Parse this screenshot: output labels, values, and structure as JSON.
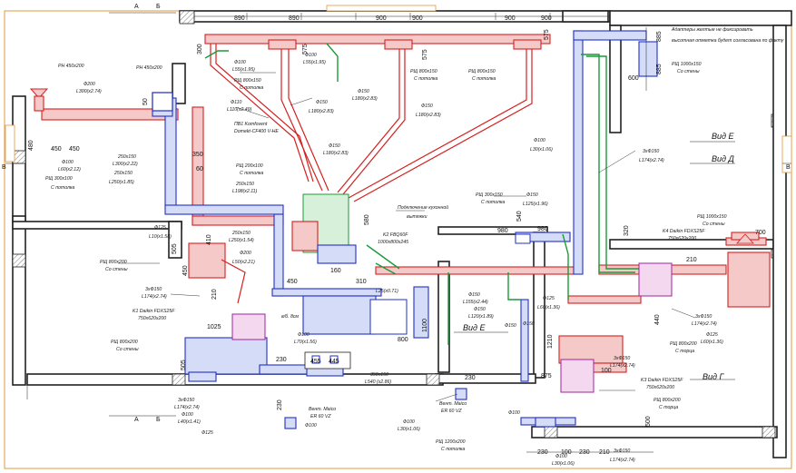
{
  "section_marks": {
    "a_top": "А",
    "b_top": "Б",
    "a_bottom": "А",
    "b_bottom": "Б",
    "v_left": "В",
    "v_right": "В"
  },
  "views": {
    "view_e_top": "Вид Е",
    "view_d": "Вид Д",
    "view_e_mid": "Вид Е",
    "view_g": "Вид Г"
  },
  "dimensions_top": [
    "890",
    "890",
    "900",
    "900",
    "900",
    "900"
  ],
  "dimensions_misc": {
    "d300": "300",
    "d575a": "575",
    "d575b": "575",
    "d575c": "575",
    "d885a": "885",
    "d885b": "885",
    "d600": "600",
    "d480": "480",
    "d450a": "450",
    "d450b": "450",
    "d50": "50",
    "d350": "350",
    "d60": "60",
    "d410": "410",
    "d210a": "210",
    "d505a": "505",
    "d450c": "450",
    "d1025": "1025",
    "d505b": "505",
    "d580": "580",
    "d160": "160",
    "d450d": "450",
    "d310": "310",
    "d1100": "1100",
    "d800": "800",
    "d455": "455",
    "d445": "445",
    "d230a": "230",
    "d230b": "230",
    "d230c": "230",
    "d980a": "980",
    "d980b": "980",
    "d540": "540",
    "d320": "320",
    "d700": "700",
    "d210b": "210",
    "d440": "440",
    "d1210": "1210",
    "d875": "875",
    "d100": "100",
    "d500": "500",
    "d230d": "230",
    "d100b": "100",
    "d230e": "230",
    "d210c": "210"
  },
  "notes": {
    "adapter_note_1": "Адаптеры желтые не фиксировать",
    "adapter_note_2": "высотная отметка будет согласована по факту",
    "kitchen_1": "Подключение кухонной",
    "kitchen_2": "вытяжки",
    "pv_1": "ПВ1 Komfovent",
    "pv_2": "Domekt-CF400 V-HE",
    "view_h": "в/б. 8см"
  },
  "units": {
    "k1": "K1 Daikin FDXS25F",
    "k1_size": "750x620x200",
    "k2": "K2 FBQ60F",
    "k2_size": "1000x800x245",
    "k3": "K3 Daikin FDXS25F",
    "k3_size": "750x620x200",
    "k4": "K4 Daikin FDXS25F",
    "k4_size": "750x620x200",
    "fan1": "Вент. Maico",
    "fan1_model": "ER 60 VZ",
    "fan2": "Вент. Maico",
    "fan2_model": "ER 60 VZ"
  },
  "labels": {
    "rn1": "РН 450x200",
    "rn2": "РН 450x200",
    "d200a": "Ф200",
    "l300a": "L300(x2.74)",
    "rsh300": "РЩ 300x100",
    "rsh300s": "С потолка",
    "d100a": "Ф100",
    "l60": "L60(x2.12)",
    "s250_150a": "250x150",
    "l300b": "L300(x2.22)",
    "s250_150b": "250x150",
    "l250": "L250(x1.85)",
    "d100b": "Ф100",
    "l55a": "L55(x1.95)",
    "d100c": "Ф100",
    "l55b": "L55(x1.95)",
    "rsh800a": "РЩ 800x150",
    "rsh800a_s": "С потолка",
    "rsh800b": "РЩ 800x150",
    "rsh800b_s": "С потолка",
    "rsh800c": "РЩ 800x150",
    "rsh800c_s": "С потолка",
    "d150a": "Ф150",
    "l180a": "L180(x2.83)",
    "d150b": "Ф150",
    "l180b": "L180(x2.83)",
    "d150c": "Ф150",
    "l180c": "L180(x2.83)",
    "d150d": "Ф150",
    "l180d": "L180(x2.83)",
    "d110": "Ф110",
    "l110": "L110(x2.49)",
    "rsh200": "РЩ 200x100",
    "rsh200_s": "С потолка",
    "s250_150c": "250x150",
    "l198": "L198(x2.11)",
    "d125a": "Ф125",
    "l10": "L10(x1.58)",
    "s250_150d": "250x150",
    "l250b": "L250(x1.54)",
    "d200b": "Ф200",
    "l50": "L50(x2.21)",
    "rsh800d": "РЩ 800x200",
    "rsh800d_s": "Со стены",
    "x3d150a": "3xФ150",
    "l174a": "L174(x2.74)",
    "rsh800e": "РЩ 800x200",
    "rsh800e_s": "Со стены",
    "x3d150b": "3xФ150",
    "l174b": "L174(x2.74)",
    "d100d": "Ф100",
    "l40": "L40(x1.41)",
    "d125b": "Ф125",
    "d100e": "Ф100",
    "l70": "L70(x1.56)",
    "s350_150": "350x150",
    "l540": "L540 (x2.86)",
    "d100f": "Ф100",
    "d100g": "Ф100",
    "l30a": "L30(x1.06)",
    "rsh1200": "РЩ 1200x200",
    "rsh1200_s": "С потолка",
    "d150e": "Ф150",
    "l155": "L155(x2.44)",
    "d150f": "Ф150",
    "l120": "L120(x1.89)",
    "d150g": "Ф150",
    "l25": "L25(x0.71)",
    "rsh300b": "РЩ 300x150",
    "rsh300b_s": "С потолка",
    "d150h": "Ф150",
    "l125": "L125(x1.96)",
    "d100h": "Ф100",
    "l30b": "L30(x1.06)",
    "x3d150c": "3xФ150",
    "l174c": "L174(x2.74)",
    "rsh1000a": "РЩ 1000x150",
    "rsh1000a_s": "Со стены",
    "rsh1000b": "РЩ 1000x150",
    "rsh1000b_s": "Со стены",
    "x3d150d": "3xФ150",
    "l174d": "L174(x2.74)",
    "d125c": "Ф125",
    "l60b": "L60(x1.36)",
    "d125d": "Ф125",
    "l60c": "L60(x1.36)",
    "rsh800f": "РЩ 800x200",
    "rsh800f_s": "С торца",
    "x3d150e": "3xФ150",
    "l174e": "L174(x2.74)",
    "rsh800g": "РЩ 800x200",
    "rsh800g_s": "С торца",
    "x3d150f": "3xФ150",
    "l174f": "L174(x2.74)",
    "d100i": "Ф100",
    "l30c": "L30(x1.06)",
    "d100j": "Ф100",
    "d150i": "Ф150"
  }
}
